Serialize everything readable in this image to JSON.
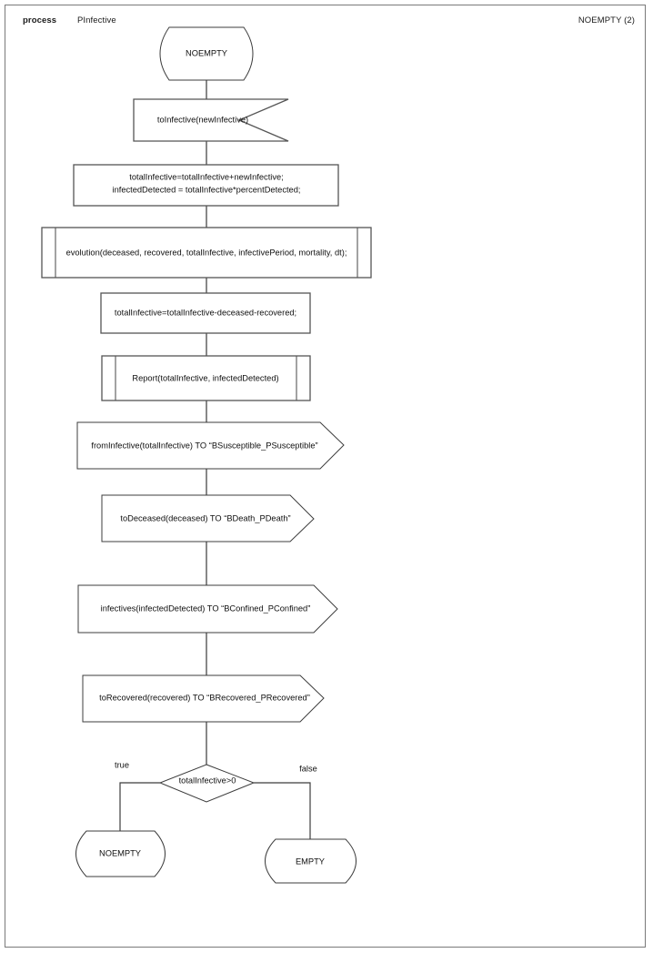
{
  "header": {
    "kind_label": "process",
    "process_name": "PInfective",
    "state_ref": "NOEMPTY (2)"
  },
  "diagram": {
    "type": "flowchart",
    "title": "PInfective process — NOEMPTY (2)",
    "nodes": [
      {
        "id": "start",
        "shape": "terminator",
        "label": "NOEMPTY"
      },
      {
        "id": "receive",
        "shape": "receive-signal",
        "label": "toInfective(newInfective)"
      },
      {
        "id": "assign1",
        "shape": "process",
        "line1": "totalInfective=totalInfective+newInfective;",
        "line2": "infectedDetected = totalInfective*percentDetected;"
      },
      {
        "id": "evolution",
        "shape": "predefined-process",
        "label": "evolution(deceased, recovered, totalInfective, infectivePeriod, mortality, dt);"
      },
      {
        "id": "assign2",
        "shape": "process",
        "label": "totalInfective=totalInfective-deceased-recovered;"
      },
      {
        "id": "report",
        "shape": "predefined-process",
        "label": "Report(totalInfective, infectedDetected)"
      },
      {
        "id": "send-suscept",
        "shape": "send-signal",
        "label": "fromInfective(totalInfective) TO “BSusceptible_PSusceptible”"
      },
      {
        "id": "send-death",
        "shape": "send-signal",
        "label": "toDeceased(deceased) TO “BDeath_PDeath”"
      },
      {
        "id": "send-confined",
        "shape": "send-signal",
        "label": "infectives(infectedDetected) TO “BConfined_PConfined”"
      },
      {
        "id": "send-recovered",
        "shape": "send-signal",
        "label": "toRecovered(recovered) TO “BRecovered_PRecovered”"
      },
      {
        "id": "decision",
        "shape": "decision",
        "label": "totalInfective>0"
      },
      {
        "id": "end-noempty",
        "shape": "terminator",
        "label": "NOEMPTY"
      },
      {
        "id": "end-empty",
        "shape": "terminator",
        "label": "EMPTY"
      }
    ],
    "branch_labels": {
      "true": "true",
      "false": "false"
    },
    "colors": {
      "stroke": "#555555",
      "stroke_thin": "#3c3c3c",
      "fill": "#ffffff",
      "text": "#101010",
      "frame": "#7a7a7a"
    }
  }
}
